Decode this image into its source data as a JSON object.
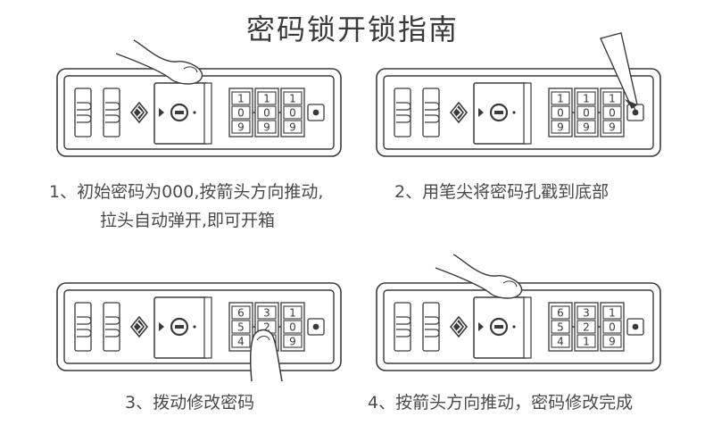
{
  "title": "密码锁开锁指南",
  "steps": [
    {
      "caption_line1": "1、初始密码为000,按箭头方向推动,",
      "caption_line2": "拉头自动弹开,即可开箱",
      "dials": [
        [
          "1",
          "0",
          "9"
        ],
        [
          "1",
          "0",
          "9"
        ],
        [
          "1",
          "0",
          "9"
        ]
      ],
      "hand": "finger-push"
    },
    {
      "caption_line1": "2、用笔尖将密码孔戳到底部",
      "dials": [
        [
          "1",
          "0",
          "9"
        ],
        [
          "1",
          "0",
          "9"
        ],
        [
          "1",
          "0",
          "9"
        ]
      ],
      "hand": "pen"
    },
    {
      "caption_line1": "3、拨动修改密码",
      "dials": [
        [
          "6",
          "5",
          "4"
        ],
        [
          "3",
          "2",
          "1"
        ],
        [
          "1",
          "0",
          "9"
        ]
      ],
      "hand": "finger-dial"
    },
    {
      "caption_line1": "4、按箭头方向推动，密码修改完成",
      "dials": [
        [
          "6",
          "5",
          "4"
        ],
        [
          "3",
          "2",
          "1"
        ],
        [
          "1",
          "0",
          "9"
        ]
      ],
      "hand": "finger-push"
    }
  ]
}
